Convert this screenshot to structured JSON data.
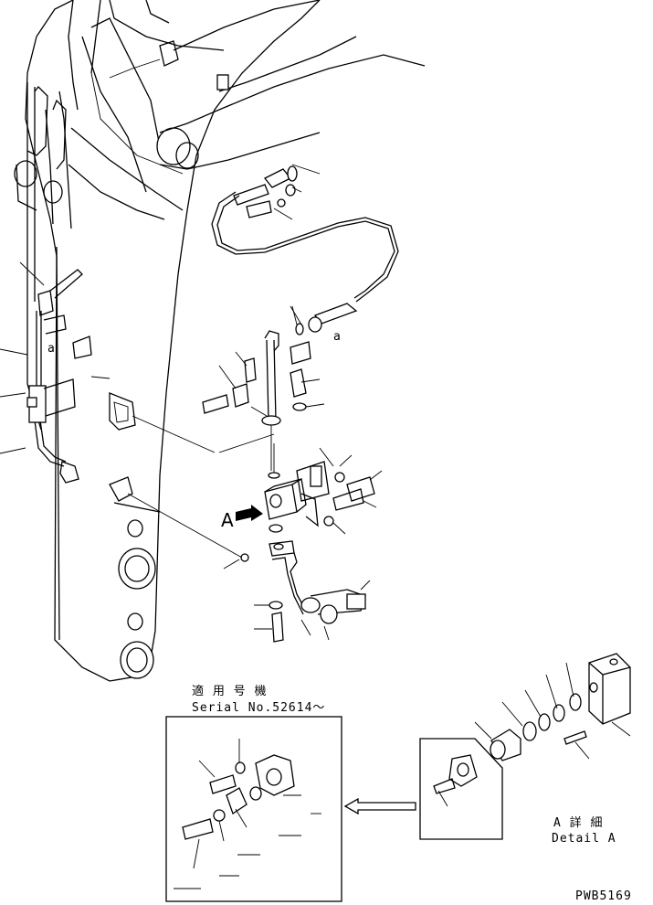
{
  "labels": {
    "applicable_serial_jp": "適 用 号 機",
    "serial_no": "Serial No.52614～",
    "callout_a": "A",
    "detail_a_jp": "A 詳 細",
    "detail_a_en": "Detail A",
    "small_a_1": "a",
    "small_a_2": "a",
    "drawing_code": "PWB5169"
  }
}
